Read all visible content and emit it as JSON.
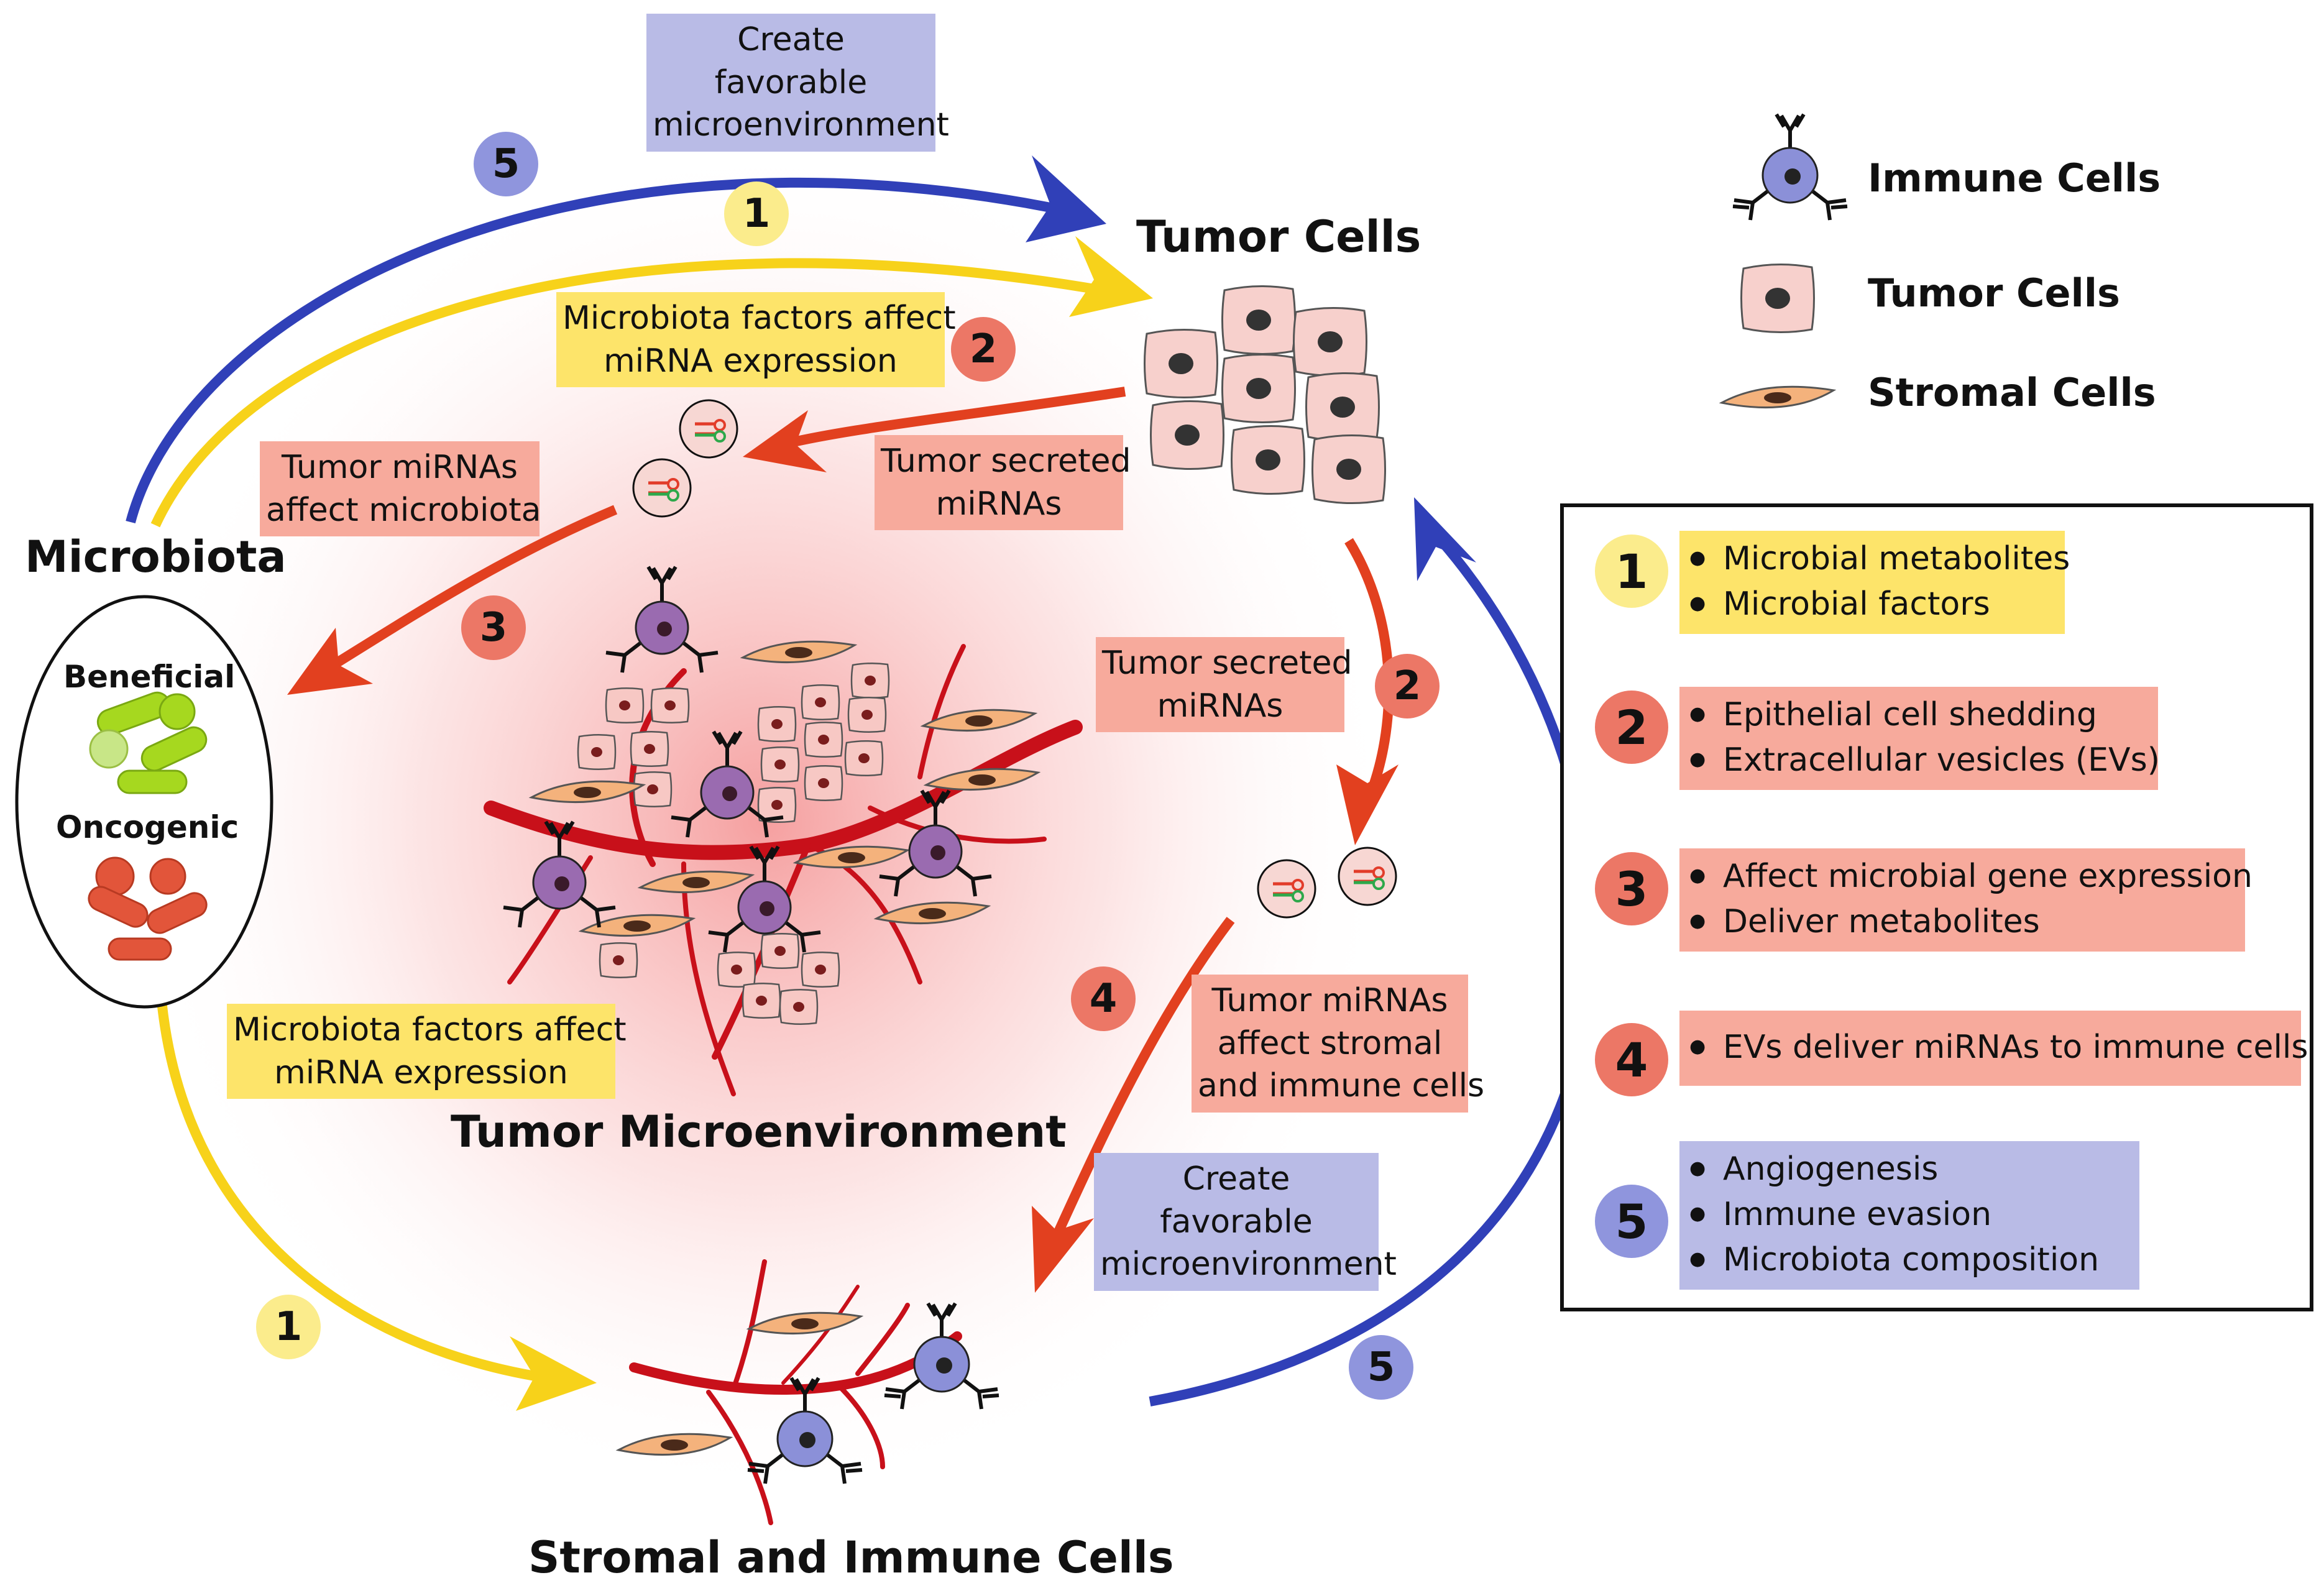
{
  "titles": {
    "tumor_cells": "Tumor Cells",
    "microbiota": "Microbiota",
    "tumor_microenvironment": "Tumor Microenvironment",
    "stromal_immune": "Stromal and Immune Cells"
  },
  "microbiota_groups": {
    "beneficial": "Beneficial",
    "oncogenic": "Oncogenic"
  },
  "labels": {
    "create_top": [
      "Create",
      "favorable",
      "microenvironment"
    ],
    "create_bottom": [
      "Create",
      "favorable",
      "microenvironment"
    ],
    "mf_top": [
      "Microbiota factors affect",
      "miRNA expression"
    ],
    "mf_bottom": [
      "Microbiota factors affect",
      "miRNA expression"
    ],
    "tm_microbiota": [
      "Tumor miRNAs",
      "affect microbiota"
    ],
    "tsm_top": [
      "Tumor secreted",
      "miRNAs"
    ],
    "tsm_right": [
      "Tumor secreted",
      "miRNAs"
    ],
    "tm_stromal": [
      "Tumor miRNAs",
      "affect stromal",
      "and immune cells"
    ]
  },
  "badges": {
    "b5_top": "5",
    "b1_top": "1",
    "b2_top": "2",
    "b3": "3",
    "b2_right": "2",
    "b4": "4",
    "b1_bottom": "1",
    "b5_bottom": "5"
  },
  "legend": {
    "immune": "Immune Cells",
    "tumor": "Tumor Cells",
    "stromal": "Stromal Cells"
  },
  "key": [
    {
      "num": "1",
      "items": [
        "Microbial metabolites",
        "Microbial factors"
      ]
    },
    {
      "num": "2",
      "items": [
        "Epithelial cell shedding",
        "Extracellular vesicles (EVs)"
      ]
    },
    {
      "num": "3",
      "items": [
        "Affect microbial gene expression",
        "Deliver metabolites"
      ]
    },
    {
      "num": "4",
      "items": [
        "EVs deliver miRNAs to immune cells"
      ]
    },
    {
      "num": "5",
      "items": [
        "Angiogenesis",
        "Immune evasion",
        "Microbiota composition"
      ]
    }
  ],
  "colors": {
    "yellow_arrow": "#f7d21a",
    "blue_arrow": "#3040b8",
    "red_arrow": "#e2401f",
    "vessel": "#c8101a",
    "tumor_cell": "#f7d0cc",
    "immune_cell": "#8b90d8",
    "immune_cell_tme": "#9a6bb0",
    "stromal_cell": "#f4b27c"
  }
}
